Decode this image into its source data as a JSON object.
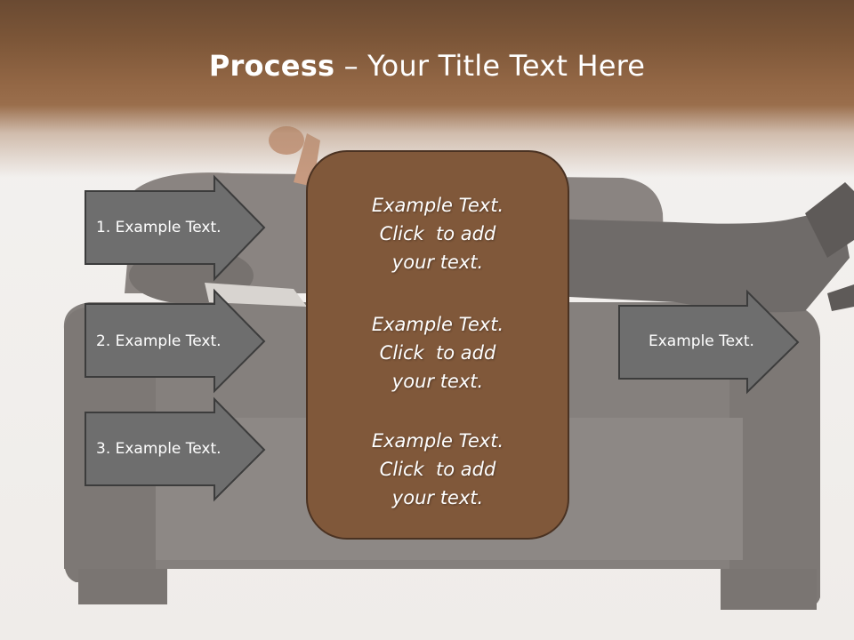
{
  "title": {
    "bold": "Process",
    "rest": " – Your Title Text Here"
  },
  "colors": {
    "banner_top": "#6a4a32",
    "banner_bottom": "#9a6e4c",
    "arrow_fill": "#6e6e6e",
    "arrow_stroke": "#3c3c3c",
    "box_fill": "#80583a",
    "box_border": "#4a3222",
    "text": "#ffffff"
  },
  "left_arrows": [
    {
      "label": "1. Example Text."
    },
    {
      "label": "2. Example Text."
    },
    {
      "label": "3. Example Text."
    }
  ],
  "center_box": {
    "blocks": [
      {
        "line1": "Example Text.",
        "line2": "Click  to add",
        "line3": "your text."
      },
      {
        "line1": "Example Text.",
        "line2": "Click  to add",
        "line3": "your text."
      },
      {
        "line1": "Example Text.",
        "line2": "Click  to add",
        "line3": "your text."
      }
    ]
  },
  "right_arrow": {
    "label": "Example Text."
  }
}
